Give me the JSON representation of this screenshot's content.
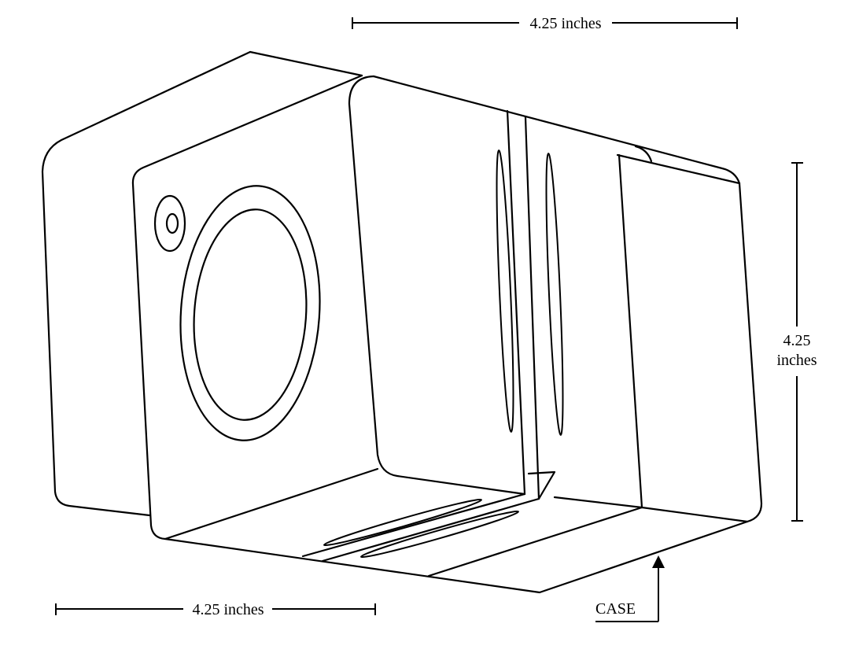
{
  "dimensions": {
    "top": "4.25 inches",
    "bottom": "4.25 inches",
    "right_line1": "4.25",
    "right_line2": "inches"
  },
  "callout": {
    "case_label": "CASE"
  }
}
